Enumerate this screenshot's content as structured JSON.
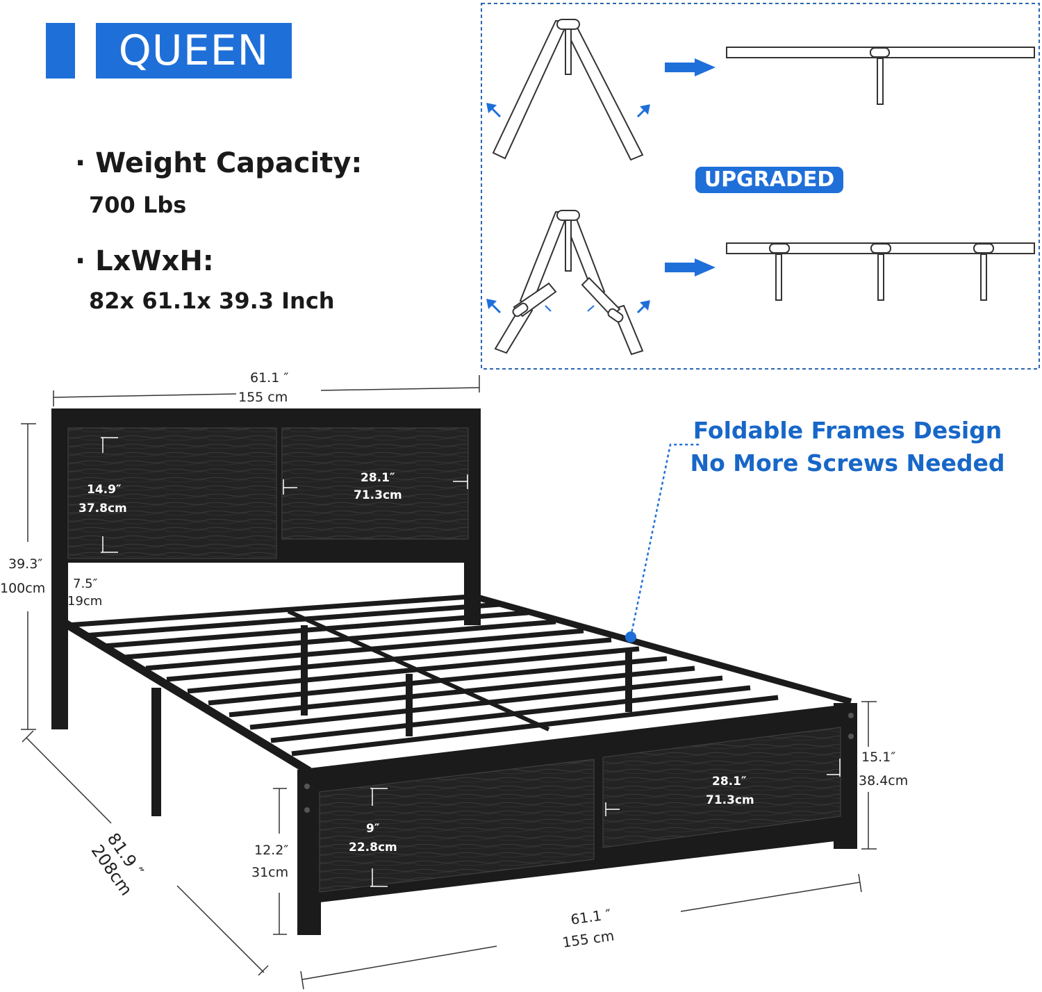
{
  "size_tag": "QUEEN",
  "specs": {
    "weight_label": "· Weight Capacity:",
    "weight_value": "700 Lbs",
    "dims_label": "· LxWxH:",
    "dims_value": "82x 61.1x 39.3 Inch"
  },
  "upgrade_panel": {
    "badge": "UPGRADED"
  },
  "callout": {
    "line1": "Foldable Frames Design",
    "line2": "No More Screws Needed"
  },
  "dimensions": {
    "top_width_in": "61.1 ″",
    "top_width_cm": "155 cm",
    "height_in": "39.3″",
    "height_cm": "100cm",
    "head_panel_h_in": "14.9″",
    "head_panel_h_cm": "37.8cm",
    "head_panel_w_in": "28.1″",
    "head_panel_w_cm": "71.3cm",
    "clearance_in": "7.5″",
    "clearance_cm": "19cm",
    "length_in": "81.9 ″",
    "length_cm": "208cm",
    "foot_h_in": "12.2″",
    "foot_h_cm": "31cm",
    "foot_panel_h_in": "9″",
    "foot_panel_h_cm": "22.8cm",
    "foot_panel_w_in": "28.1″",
    "foot_panel_w_cm": "71.3cm",
    "foot_total_in": "15.1″",
    "foot_total_cm": "38.4cm",
    "bottom_width_in": "61.1 ″",
    "bottom_width_cm": "155 cm"
  },
  "colors": {
    "accent": "#1f6fd9",
    "callout_text": "#1767c8",
    "frame": "#1b1b1b"
  }
}
